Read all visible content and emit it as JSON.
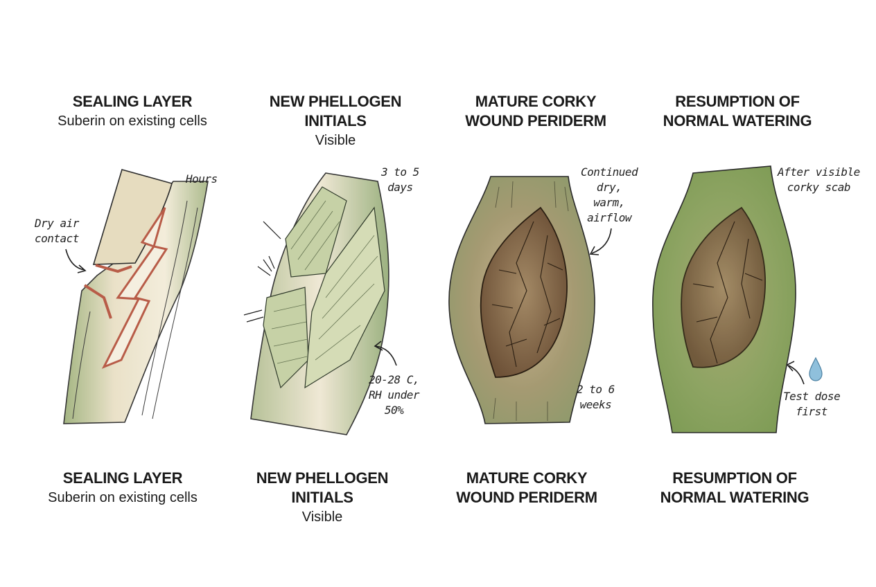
{
  "stages": [
    {
      "title_lines": [
        "SEALING LAYER"
      ],
      "subtitle": "Suberin on existing cells",
      "notes": {
        "time": [
          "Hours"
        ],
        "cause": [
          "Dry air",
          "contact"
        ]
      }
    },
    {
      "title_lines": [
        "NEW PHELLOGEN",
        "INITIALS"
      ],
      "subtitle": "Visible",
      "notes": {
        "time": [
          "3 to 5",
          "days"
        ],
        "cond": [
          "20-28 C,",
          "RH under",
          "50%"
        ]
      }
    },
    {
      "title_lines": [
        "MATURE CORKY",
        "WOUND PERIDERM"
      ],
      "subtitle": "",
      "notes": {
        "cond": [
          "Continued",
          "dry,",
          "warm,",
          "airflow"
        ],
        "time": [
          "2 to 6",
          "weeks"
        ]
      }
    },
    {
      "title_lines": [
        "RESUMPTION OF",
        "NORMAL WATERING"
      ],
      "subtitle": "",
      "notes": {
        "cond": [
          "After visible",
          "corky scab"
        ],
        "tip": [
          "Test dose",
          "first"
        ]
      }
    }
  ],
  "colors": {
    "stem_green": "#9fb27c",
    "stem_light": "#e8e2c8",
    "wound_red": "#b85c48",
    "cork_brown": "#8a6a48",
    "ink": "#1e1e1e",
    "water_blue": "#8fc0dc"
  }
}
